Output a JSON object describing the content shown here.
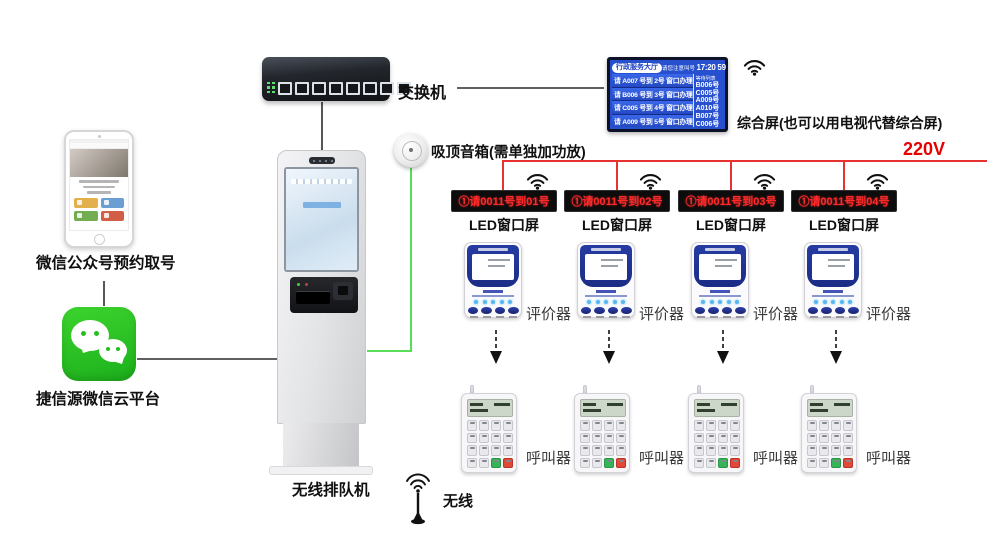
{
  "labels": {
    "switch": "交换机",
    "speaker": "吸顶音箱(需单独加功放)",
    "main_display": "综合屏(也可以用电视代替综合屏)",
    "power": "220V",
    "phone": "微信公众号预约取号",
    "wechat": "捷信源微信云平台",
    "kiosk": "无线排队机",
    "wireless": "无线"
  },
  "main_display": {
    "hall_name": "行政服务大厅",
    "notice": "请您注意叫号",
    "time": "17:20 59",
    "call_rows": [
      "请 A007 号到 2号 窗口办理",
      "请 B006 号到 3号 窗口办理",
      "请 C005 号到 4号 窗口办理",
      "请 A009 号到 5号 窗口办理"
    ],
    "wait_title": "等待列表",
    "wait_list": [
      "B006号",
      "C005号",
      "A009号",
      "A010号",
      "B007号",
      "C006号"
    ]
  },
  "stations": [
    {
      "led_text": "①请0011号到01号",
      "led_label": "LED窗口屏",
      "evaluator_label": "评价器",
      "caller_label": "呼叫器"
    },
    {
      "led_text": "①请0011号到02号",
      "led_label": "LED窗口屏",
      "evaluator_label": "评价器",
      "caller_label": "呼叫器"
    },
    {
      "led_text": "①请0011号到03号",
      "led_label": "LED窗口屏",
      "evaluator_label": "评价器",
      "caller_label": "呼叫器"
    },
    {
      "led_text": "①请0011号到04号",
      "led_label": "LED窗口屏",
      "evaluator_label": "评价器",
      "caller_label": "呼叫器"
    }
  ],
  "colors": {
    "accent_red": "#e60000",
    "led_text_red": "#ff2a2a",
    "wechat_green": "#2bc22a",
    "screen_blue": "#2750cf",
    "line_green": "#57dd57"
  }
}
